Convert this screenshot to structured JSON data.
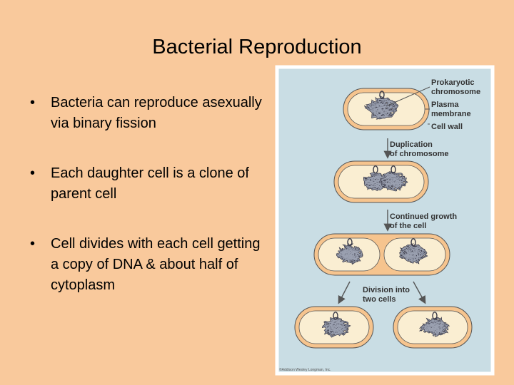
{
  "slide": {
    "title": "Bacterial Reproduction",
    "bullets": [
      "Bacteria can reproduce asexually via binary fission",
      "Each daughter cell is a clone of parent cell",
      "Cell divides with each cell getting a copy of DNA & about half of cytoplasm"
    ]
  },
  "figure": {
    "labels": {
      "prokaryotic_chromosome": [
        "Prokaryotic",
        "chromosome"
      ],
      "plasma_membrane": [
        "Plasma",
        "membrane"
      ],
      "cell_wall": "Cell wall",
      "duplication": [
        "Duplication",
        "of chromosome"
      ],
      "continued_growth": [
        "Continued growth",
        "of the cell"
      ],
      "division": [
        "Division into",
        "two cells"
      ]
    },
    "credit": "©Addison Wesley Longman, Inc.",
    "colors": {
      "background": "#f9c99c",
      "panel": "#c9dde4",
      "cell_wall": "#f6c48e",
      "cytoplasm": "#faeed2",
      "dna": "#3a3a48"
    }
  }
}
